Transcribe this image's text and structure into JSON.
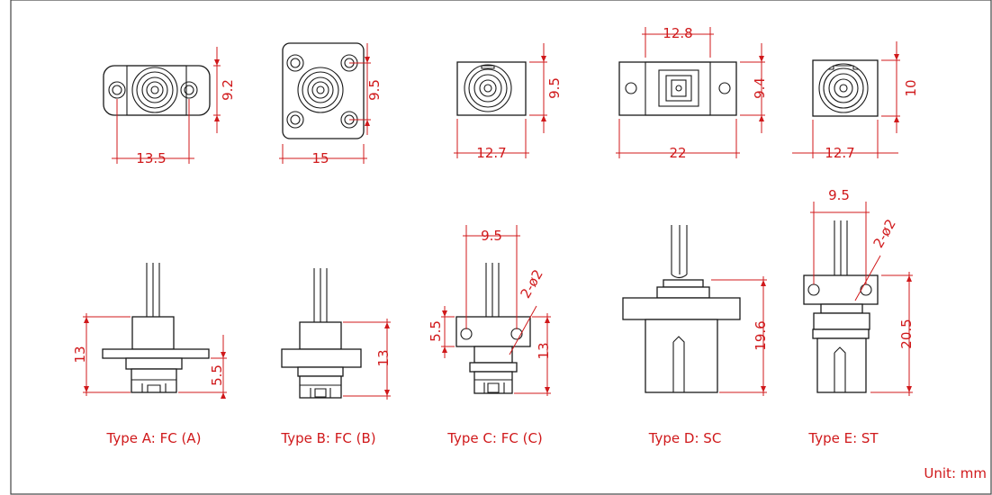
{
  "unit_label": "Unit: mm",
  "types": [
    {
      "caption": "Type A: FC (A)",
      "front": {
        "h": "9.2",
        "w": "13.5"
      },
      "side": {
        "h": "13",
        "h2": "5.5"
      }
    },
    {
      "caption": "Type B: FC (B)",
      "front": {
        "h": "9.5",
        "w": "15"
      },
      "side": {
        "h": "13"
      }
    },
    {
      "caption": "Type C: FC (C)",
      "front": {
        "h": "9.5",
        "w": "12.7"
      },
      "side": {
        "w": "9.5",
        "h": "13",
        "h2": "5.5",
        "hole": "2-ø2"
      }
    },
    {
      "caption": "Type D: SC",
      "front": {
        "h": "9.4",
        "w": "22",
        "w2": "12.8"
      },
      "side": {
        "h": "19.6"
      }
    },
    {
      "caption": "Type E: ST",
      "front": {
        "h": "10",
        "w": "12.7"
      },
      "side": {
        "w": "9.5",
        "h": "20.5",
        "hole": "2-ø2"
      }
    }
  ],
  "colors": {
    "dimension": "#d0191b",
    "outline": "#1a1a1a",
    "frame": "#444444"
  }
}
